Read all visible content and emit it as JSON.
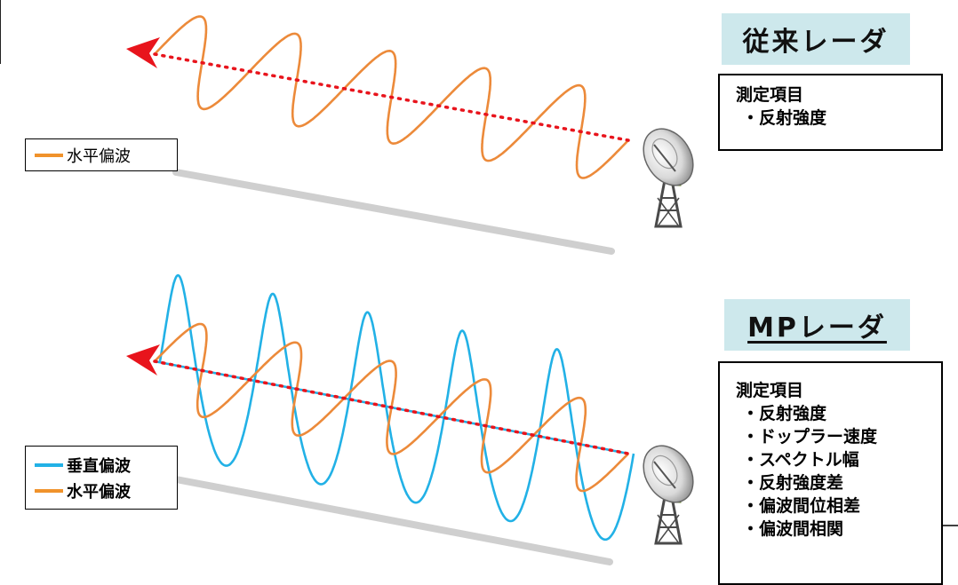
{
  "conventional": {
    "title": "従来レーダ",
    "measurement_heading": "測定項目",
    "measurement_items": [
      "・反射強度"
    ],
    "legend": [
      {
        "label": "水平偏波",
        "color": "#f0922b"
      }
    ]
  },
  "mp": {
    "title": "MPレーダ",
    "measurement_heading": "測定項目",
    "measurement_items": [
      "・反射強度",
      "・ドップラー速度",
      "・スペクトル幅",
      "・反射強度差",
      "・偏波間位相差",
      "・偏波間相関"
    ],
    "legend": [
      {
        "label": "垂直偏波",
        "color": "#22b1e6"
      },
      {
        "label": "水平偏波",
        "color": "#f0922b"
      }
    ]
  },
  "colors": {
    "horizontal_wave": "#ec8a3a",
    "vertical_wave": "#22b1e6",
    "beam_arrow": "#e8141c",
    "ground_line": "#cfcfcf",
    "title_bg": "#cde8ec"
  },
  "icons": [
    "radar-dish-icon",
    "beam-arrow-icon"
  ]
}
